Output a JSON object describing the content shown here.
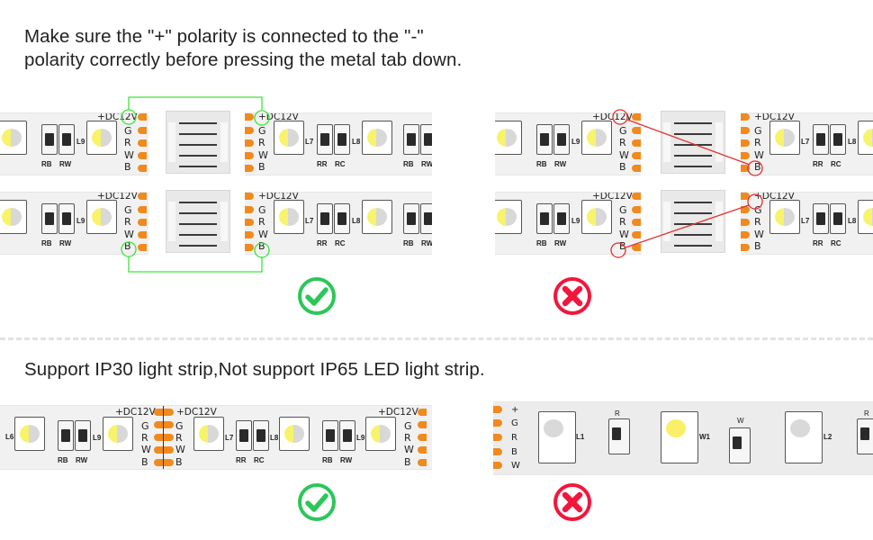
{
  "section1": {
    "heading_line1": "Make sure the \"+\" polarity is connected to the \"-\"",
    "heading_line2": "polarity correctly before pressing the metal tab down.",
    "correct_example": {
      "status": "correct",
      "status_icon": "check-circle-icon",
      "status_color": "#2dc65a",
      "highlight_color": "#3ce43c"
    },
    "wrong_example": {
      "status": "incorrect",
      "status_icon": "x-circle-icon",
      "status_color": "#f2163c",
      "highlight_color": "#e53030"
    }
  },
  "section2": {
    "heading": "Support IP30 light strip,Not support IP65 LED light strip.",
    "ip30": {
      "status": "supported",
      "status_icon": "check-circle-icon",
      "status_color": "#2dc65a"
    },
    "ip65": {
      "status": "not supported",
      "status_icon": "x-circle-icon",
      "status_color": "#f2163c"
    }
  },
  "strip_labels": {
    "power": "+DC12V",
    "pins": [
      "G",
      "R",
      "W",
      "B"
    ],
    "resistors_a": [
      "RB",
      "RW"
    ],
    "resistors_b": [
      "RR",
      "RC"
    ],
    "leds": [
      "L7",
      "L8",
      "L9",
      "L6"
    ],
    "ip65_pins": [
      "+",
      "G",
      "R",
      "B",
      "W"
    ],
    "ip65_parts": [
      "L1",
      "W1",
      "L2"
    ],
    "ip65_resistors": [
      "R",
      "W",
      "R"
    ]
  },
  "colors": {
    "pad_orange": "#f08a1e",
    "connector_gray": "#e9e9e9",
    "strip_bg": "#f1f1f1"
  }
}
